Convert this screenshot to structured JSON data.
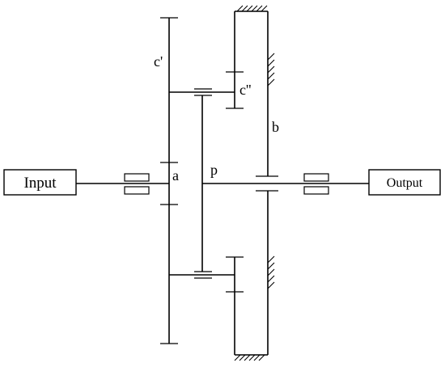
{
  "diagram": {
    "input_label": "Input",
    "output_label": "Output",
    "labels": {
      "c_prime": "c'",
      "c_double_prime": "c''",
      "b": "b",
      "a": "a",
      "p": "p"
    }
  }
}
